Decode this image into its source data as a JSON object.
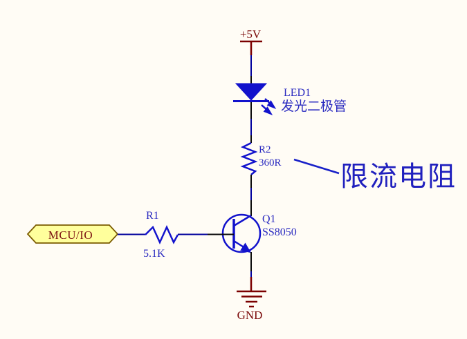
{
  "schematic": {
    "power_5v": {
      "label": "+5V"
    },
    "ground": {
      "label": "GND"
    },
    "input_port": {
      "label": "MCU/IO"
    },
    "resistor_r1": {
      "designator": "R1",
      "value": "5.1K"
    },
    "resistor_r2": {
      "designator": "R2",
      "value": "360R"
    },
    "led": {
      "designator": "LED1",
      "description": "发光二极管"
    },
    "transistor": {
      "designator": "Q1",
      "part": "SS8050"
    },
    "callout": {
      "text": "限流电阻"
    },
    "colors": {
      "background": "#FFFCF5",
      "wire": "#00009C",
      "symbol_blue": "#1212CC",
      "designator_text": "#2B2BC0",
      "power_dark_red": "#7B0000",
      "port_fill": "#FFFF9C",
      "port_border": "#7B5B00",
      "port_text": "#7B1010"
    }
  }
}
